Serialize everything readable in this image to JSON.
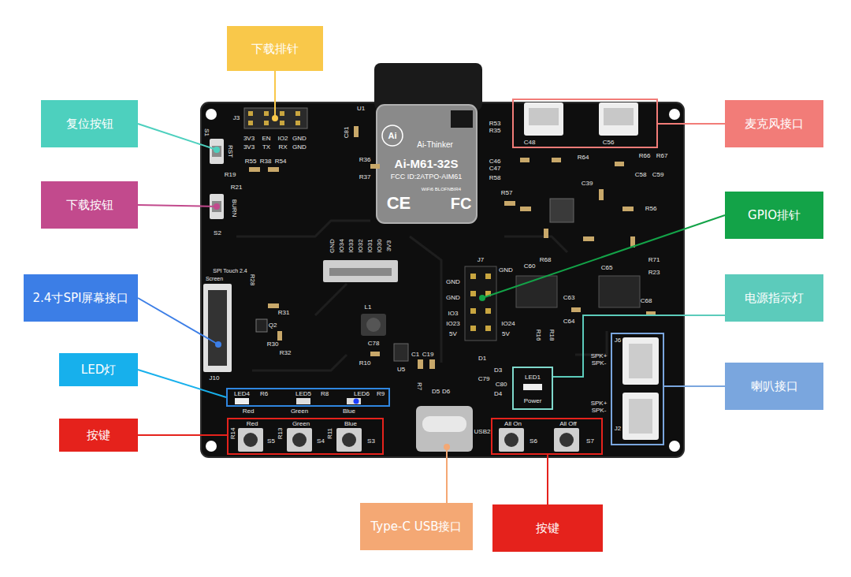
{
  "diagram": {
    "nodes": [
      {
        "text": [
          "下载排针"
        ]
      },
      {
        "text": [
          "复位按钮"
        ]
      },
      {
        "text": [
          "麦克风接口"
        ]
      },
      {
        "text": [
          "C48",
          "C56"
        ]
      },
      {
        "text": [
          "下载按钮"
        ]
      },
      {
        "text": [
          "GPIO排针"
        ]
      },
      {
        "text": [
          "2.4寸SPI屏幕接口"
        ]
      },
      {
        "text": [
          "电源指示灯"
        ]
      },
      {
        "text": [
          "LED灯"
        ]
      },
      {
        "text": [
          "喇叭接口"
        ]
      },
      {
        "text": [
          "J6",
          "J2"
        ]
      },
      {
        "text": [
          "LED1",
          "Power"
        ]
      },
      {
        "text": [
          "LED4",
          "R6",
          "LED5",
          "R8",
          "LED6",
          "R9"
        ]
      },
      {
        "text": [
          "按键"
        ]
      },
      {
        "text": [
          "R14",
          "Red",
          "S5",
          "R13",
          "Green",
          "S4",
          "R11",
          "Blue",
          "S3"
        ]
      },
      {
        "text": [
          "All On",
          "S6",
          "All Off",
          "S7"
        ]
      },
      {
        "text": [
          "Type-C USB接口"
        ]
      },
      {
        "text": [
          "按键"
        ]
      }
    ],
    "edges": [
      {
        "from": 2,
        "to": 3,
        "arrow": "none"
      },
      {
        "from": 7,
        "to": 11,
        "arrow": "none"
      },
      {
        "from": 9,
        "to": 10,
        "arrow": "none"
      },
      {
        "from": 8,
        "to": 12,
        "arrow": "none"
      },
      {
        "from": 13,
        "to": 14,
        "arrow": "none"
      },
      {
        "from": 17,
        "to": 15,
        "arrow": "none"
      }
    ],
    "labels": [
      "U1",
      "J3",
      "3V3",
      "EN",
      "IO2",
      "GND",
      "3V3",
      "TX",
      "RX",
      "GND",
      "S1",
      "RST",
      "R19",
      "R21",
      "BURN",
      "S2",
      "R55",
      "R38",
      "R54",
      "C81",
      "R36",
      "R37",
      "Ai",
      "Ai-Thinker",
      "Ai-M61-32S",
      "FCC ID:2ATPO-AIM61",
      "WiFi6 BLOFNBIR4",
      "CE",
      "FC",
      "GND",
      "IO34",
      "IO33",
      "IO32",
      "IO31",
      "IO30",
      "3V3",
      "SPI Touch 2.4",
      "Screen",
      "J10",
      "R28",
      "R31",
      "Q2",
      "R30",
      "R32",
      "L1",
      "C78",
      "U5",
      "R10",
      "C1",
      "C19",
      "R7",
      "D5",
      "D6",
      "J7",
      "GND",
      "GND",
      "IO3",
      "IO23",
      "5V",
      "GND",
      "IO24",
      "5V",
      "D1",
      "D3",
      "C79",
      "C80",
      "D4",
      "USB2",
      "SPK+",
      "SPK-",
      "SPK+",
      "SPK-",
      "R53",
      "R35",
      "C46",
      "C47",
      "R58",
      "R57",
      "C39",
      "R56",
      "R71",
      "R23",
      "C65",
      "C68",
      "C63",
      "C64",
      "R68",
      "C60",
      "R16",
      "R18",
      "R64",
      "R66",
      "R67",
      "C58",
      "C59",
      "Red",
      "Green",
      "Blue"
    ]
  }
}
